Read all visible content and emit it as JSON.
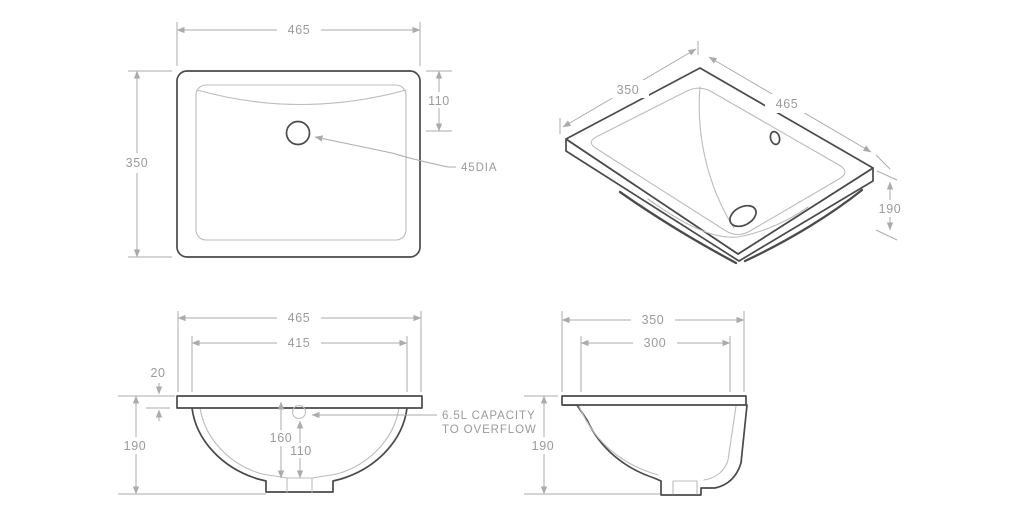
{
  "drawing": {
    "title": "Inset basin technical dimension drawing",
    "colors": {
      "outline": "#4a4a4a",
      "secondary": "#bcbcbc",
      "dimension": "#ababab",
      "dimension_text": "#9b9b9b",
      "background": "#ffffff"
    },
    "views": {
      "plan": {
        "width": "465",
        "depth": "350",
        "drain_offset": "110",
        "drain_diameter": "45DIA"
      },
      "isometric": {
        "depth": "350",
        "width": "465",
        "height": "190"
      },
      "front": {
        "width": "465",
        "inner_width": "415",
        "rim_thickness": "20",
        "height": "190",
        "bowl_depth": "160",
        "drain_offset": "110",
        "capacity_line1": "6.5L CAPACITY",
        "capacity_line2": "TO OVERFLOW"
      },
      "side": {
        "depth": "350",
        "inner_depth": "300",
        "height": "190"
      }
    }
  }
}
